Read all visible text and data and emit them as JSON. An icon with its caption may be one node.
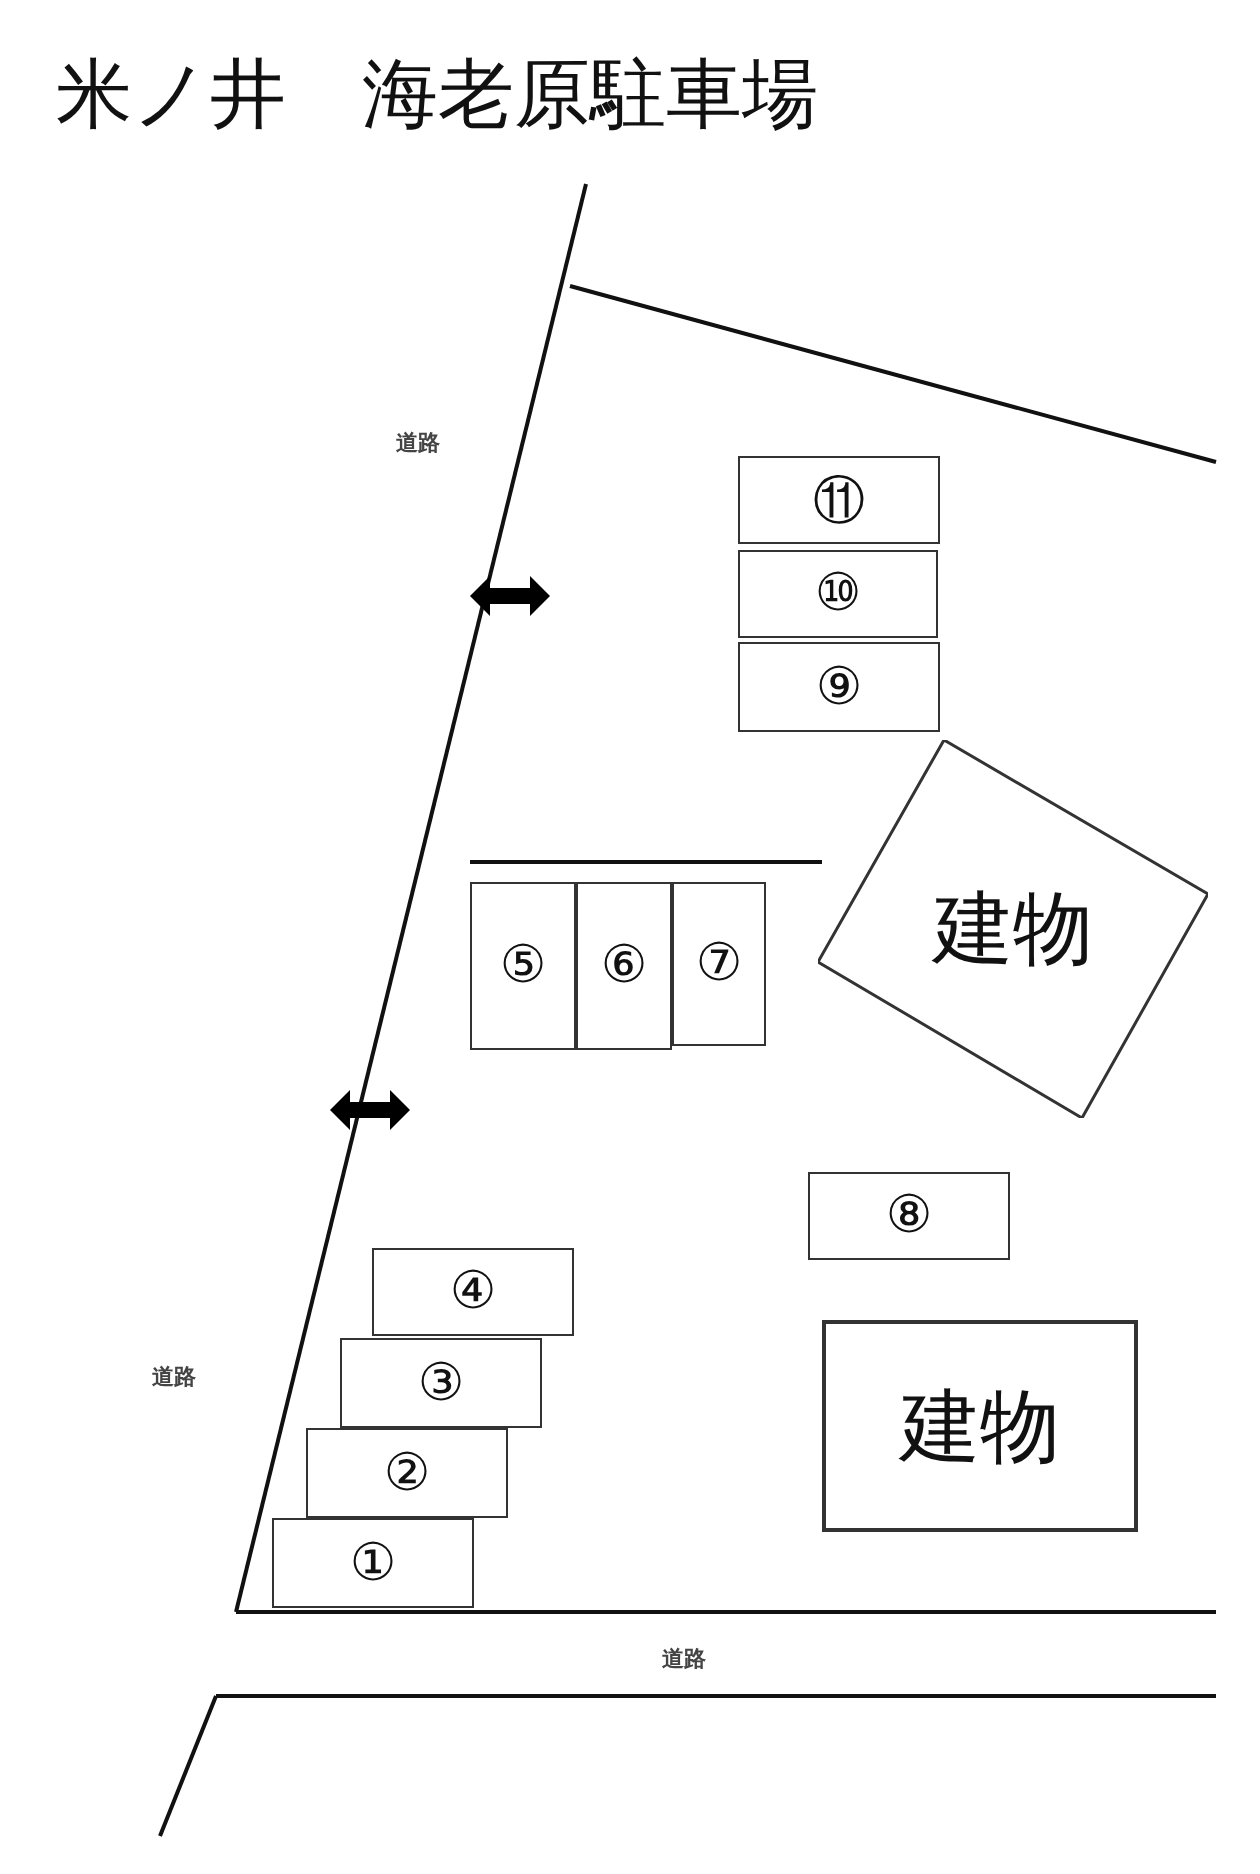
{
  "diagram": {
    "title": "米ノ井　海老原駐車場",
    "nodes": [
      {
        "text": [
          "⑪"
        ]
      },
      {
        "text": [
          "⑩"
        ]
      },
      {
        "text": [
          "⑨"
        ]
      },
      {
        "text": [
          "建物"
        ]
      },
      {
        "text": [
          "⑤"
        ]
      },
      {
        "text": [
          "⑥"
        ]
      },
      {
        "text": [
          "⑦"
        ]
      },
      {
        "text": [
          "⑧"
        ]
      },
      {
        "text": [
          "④"
        ]
      },
      {
        "text": [
          "建物"
        ]
      },
      {
        "text": [
          "③"
        ]
      },
      {
        "text": [
          "②"
        ]
      },
      {
        "text": [
          "①"
        ]
      }
    ],
    "edges": [],
    "labels": [
      "道路",
      "道路",
      "道路"
    ]
  }
}
